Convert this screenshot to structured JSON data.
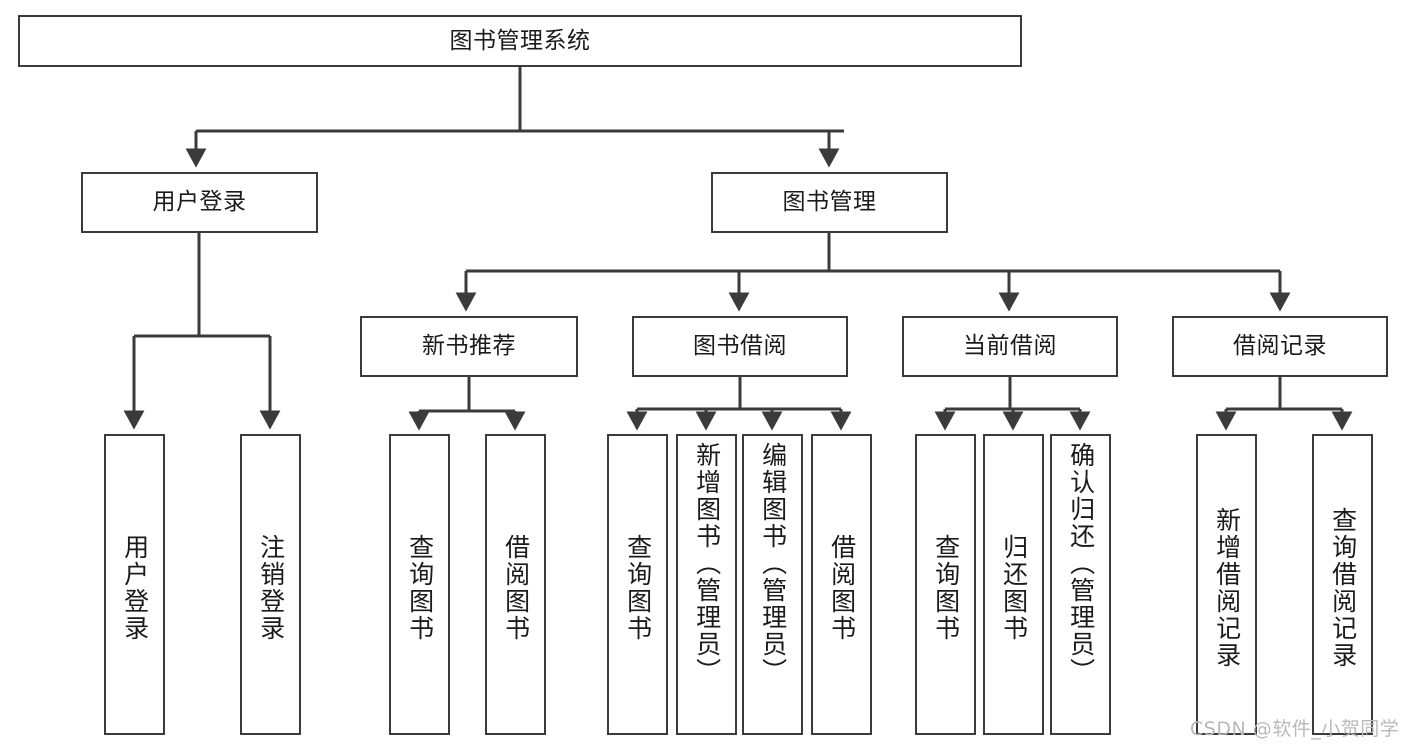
{
  "diagram": {
    "title": "图书管理系统",
    "type": "functional-hierarchy-tree",
    "line_color": "#3b3b3b",
    "box_fill": "#ffffff",
    "text_color": "#1b1b1b"
  },
  "root": {
    "label": "图书管理系统"
  },
  "level2": [
    {
      "label": "用户登录"
    },
    {
      "label": "图书管理"
    }
  ],
  "level3": [
    {
      "label": "新书推荐"
    },
    {
      "label": "图书借阅"
    },
    {
      "label": "当前借阅"
    },
    {
      "label": "借阅记录"
    }
  ],
  "leaves": {
    "user_login": [
      {
        "label": "用户登录"
      },
      {
        "label": "注销登录"
      }
    ],
    "new_book_recommend": [
      {
        "label": "查询图书"
      },
      {
        "label": "借阅图书"
      }
    ],
    "book_borrow": [
      {
        "label": "查询图书"
      },
      {
        "label": "新增图书（管理员）"
      },
      {
        "label": "编辑图书（管理员）"
      },
      {
        "label": "借阅图书"
      }
    ],
    "current_borrow": [
      {
        "label": "查询图书"
      },
      {
        "label": "归还图书"
      },
      {
        "label": "确认归还（管理员）"
      }
    ],
    "borrow_record": [
      {
        "label": "新增借阅记录"
      },
      {
        "label": "查询借阅记录"
      }
    ]
  },
  "watermark": {
    "text": "CSDN @软件_小贺同学"
  }
}
